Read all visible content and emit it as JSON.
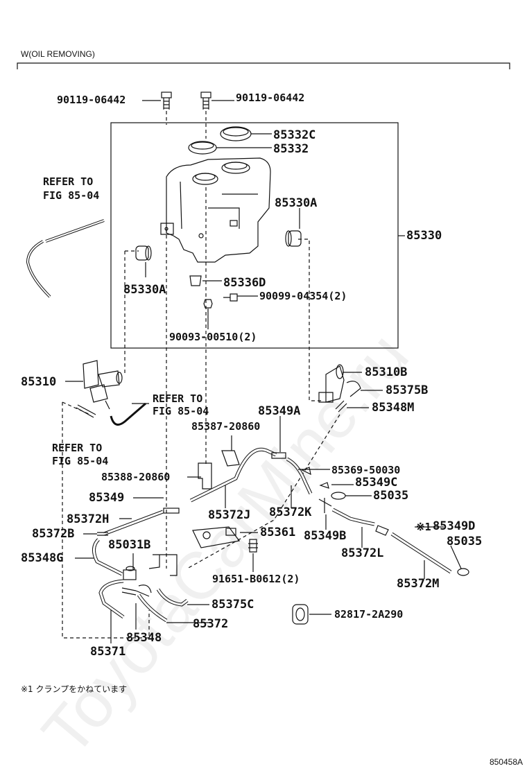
{
  "header": "W(OIL REMOVING)",
  "figure_number": "850458A",
  "footnote": "※1 クランプをかねています",
  "watermark": "ToyotaCarMine.ru",
  "labels": {
    "bolt_left": "90119-06442",
    "bolt_right": "90119-06442",
    "cap_c": "85332C",
    "cap": "85332",
    "refer_top_1": "REFER TO",
    "refer_top_2": "FIG 85-04",
    "grommet_right": "85330A",
    "tank": "85330",
    "grommet_left": "85330A",
    "part_85336D": "85336D",
    "screw": "90099-04354(2)",
    "nut": "90093-00510(2)",
    "pump_left": "85310",
    "pump_right": "85310B",
    "refer_mid_1": "REFER TO",
    "refer_mid_2": "FIG 85-04",
    "hose_85375B": "85375B",
    "part_85348M": "85348M",
    "refer_low_1": "REFER TO",
    "refer_low_2": "FIG 85-04",
    "part_85349A": "85349A",
    "part_85387": "85387-20860",
    "part_85369": "85369-50030",
    "part_85388": "85388-20860",
    "part_85349C": "85349C",
    "part_85349": "85349",
    "part_85035a": "85035",
    "part_85372H": "85372H",
    "part_85372J": "85372J",
    "part_85372K": "85372K",
    "note_mark": "※1",
    "part_85349D": "85349D",
    "part_85372B": "85372B",
    "part_85361": "85361",
    "part_85349B": "85349B",
    "part_85035b": "85035",
    "part_85031B": "85031B",
    "part_85372L": "85372L",
    "part_85348G": "85348G",
    "part_91651": "91651-B0612(2)",
    "part_85372M": "85372M",
    "part_85375C": "85375C",
    "part_82817": "82817-2A290",
    "part_85372": "85372",
    "part_85348": "85348",
    "part_85371": "85371"
  }
}
